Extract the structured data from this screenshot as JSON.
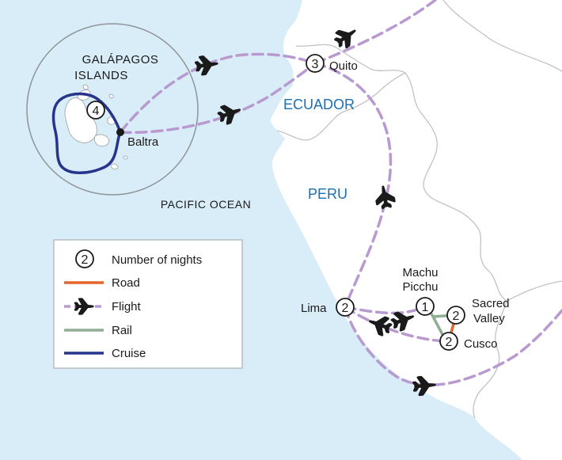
{
  "map": {
    "colors": {
      "sea": "#d9edf8",
      "land": "#ffffff",
      "border": "#bfc3c6",
      "road": "#e8632b",
      "flight": "#b89ad0",
      "rail": "#8fae94",
      "cruise": "#26348c",
      "country_label": "#1b6fb2",
      "text": "#1a1a1a"
    },
    "region_labels": {
      "galapagos_line1": "GALÁPAGOS",
      "galapagos_line2": "ISLANDS",
      "pacific": "PACIFIC OCEAN",
      "ecuador": "ECUADOR",
      "peru": "PERU"
    },
    "stops": {
      "quito": {
        "name": "Quito",
        "nights": "3"
      },
      "galapagos": {
        "nights": "4"
      },
      "baltra": {
        "name": "Baltra"
      },
      "lima": {
        "name": "Lima",
        "nights": "2"
      },
      "machu_picchu": {
        "name_line1": "Machu",
        "name_line2": "Picchu",
        "nights": "1"
      },
      "sacred_valley": {
        "name_line1": "Sacred",
        "name_line2": "Valley",
        "nights": "2"
      },
      "cusco": {
        "name": "Cusco",
        "nights": "2"
      }
    },
    "legend": {
      "nights_sample": "2",
      "nights_label": "Number of nights",
      "road": "Road",
      "flight": "Flight",
      "rail": "Rail",
      "cruise": "Cruise"
    }
  }
}
